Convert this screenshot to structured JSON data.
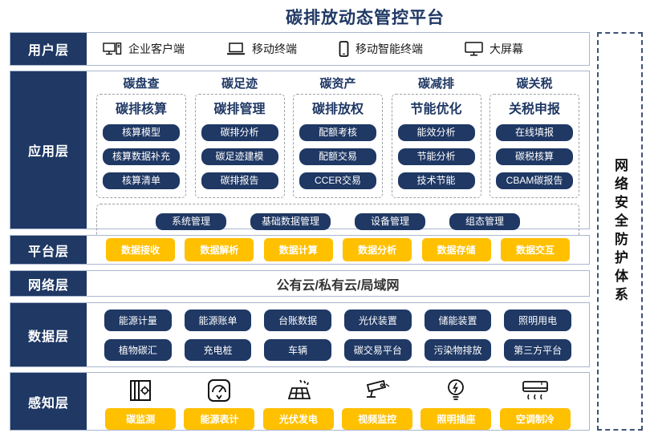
{
  "title": "碳排放动态管控平台",
  "security_panel": {
    "label": "网络安全防护体系"
  },
  "colors": {
    "navy": "#1f3864",
    "yellow": "#ffc000",
    "row_border": "#a9b7cf",
    "dashed_gray": "#9aa0a6",
    "security_dash": "#3d5377"
  },
  "layers": {
    "user": {
      "label": "用户层",
      "items": [
        {
          "icon": "desktop-client-icon",
          "label": "企业客户端"
        },
        {
          "icon": "laptop-icon",
          "label": "移动终端"
        },
        {
          "icon": "smartphone-icon",
          "label": "移动智能终端"
        },
        {
          "icon": "big-screen-icon",
          "label": "大屏幕"
        }
      ]
    },
    "application": {
      "label": "应用层",
      "columns": [
        {
          "header": "碳盘查",
          "subtitle": "碳排核算",
          "buttons": [
            "核算模型",
            "核算数据补充",
            "核算清单"
          ]
        },
        {
          "header": "碳足迹",
          "subtitle": "碳排管理",
          "buttons": [
            "碳排分析",
            "碳足迹建模",
            "碳排报告"
          ]
        },
        {
          "header": "碳资产",
          "subtitle": "碳排放权",
          "buttons": [
            "配额考核",
            "配额交易",
            "CCER交易"
          ]
        },
        {
          "header": "碳减排",
          "subtitle": "节能优化",
          "buttons": [
            "能效分析",
            "节能分析",
            "技术节能"
          ]
        },
        {
          "header": "碳关税",
          "subtitle": "关税申报",
          "buttons": [
            "在线填报",
            "碳税核算",
            "CBAM碳报告"
          ]
        }
      ],
      "common_buttons": [
        "系统管理",
        "基础数据管理",
        "设备管理",
        "组态管理"
      ]
    },
    "platform": {
      "label": "平台层",
      "buttons": [
        "数据接收",
        "数据解析",
        "数据计算",
        "数据分析",
        "数据存储",
        "数据交互"
      ]
    },
    "network": {
      "label": "网络层",
      "text": "公有云/私有云/局域网"
    },
    "data": {
      "label": "数据层",
      "rows": [
        [
          "能源计量",
          "能源账单",
          "台账数据",
          "光伏装置",
          "储能装置",
          "照明用电"
        ],
        [
          "植物碳汇",
          "充电桩",
          "车辆",
          "碳交易平台",
          "污染物排放",
          "第三方平台"
        ]
      ]
    },
    "perception": {
      "label": "感知层",
      "items": [
        {
          "icon": "carbon-monitor-icon",
          "label": "碳监测"
        },
        {
          "icon": "energy-meter-icon",
          "label": "能源表计"
        },
        {
          "icon": "solar-power-icon",
          "label": "光伏发电"
        },
        {
          "icon": "video-surveillance-icon",
          "label": "视频监控"
        },
        {
          "icon": "lighting-socket-icon",
          "label": "照明插座"
        },
        {
          "icon": "air-conditioner-icon",
          "label": "空调制冷"
        }
      ]
    }
  }
}
